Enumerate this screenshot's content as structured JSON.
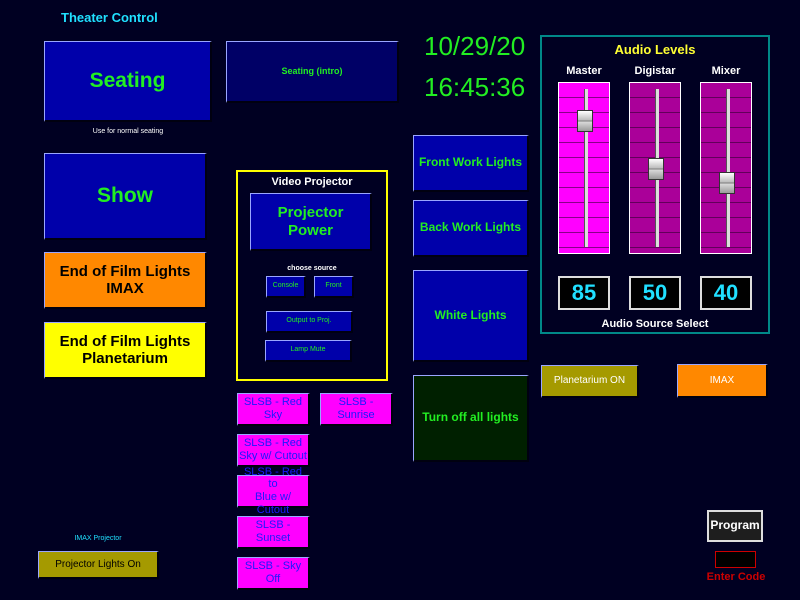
{
  "header": {
    "title": "Theater Control"
  },
  "clock": {
    "date": "10/29/20",
    "time": "16:45:36"
  },
  "seating": {
    "label": "Seating",
    "caption": "Use for normal seating",
    "intro_label": "Seating (intro)"
  },
  "show": {
    "label": "Show"
  },
  "film_lights": {
    "imax_line1": "End of Film Lights",
    "imax_line2": "IMAX",
    "planet_line1": "End of Film Lights",
    "planet_line2": "Planetarium"
  },
  "imax_projector": {
    "title": "IMAX Projector",
    "lights_on": "Projector Lights On"
  },
  "video_projector": {
    "title": "Video Projector",
    "power_line1": "Projector",
    "power_line2": "Power",
    "choose_source": "choose source",
    "console": "Console",
    "front": "Front",
    "output": "Output to Proj.",
    "lamp_mute": "Lamp Mute"
  },
  "slsb": {
    "red_sky": [
      "SLSB - Red",
      "Sky"
    ],
    "sunrise": [
      "SLSB -",
      "Sunrise"
    ],
    "red_sky_cutout": [
      "SLSB - Red",
      "Sky w/ Cutout"
    ],
    "red_blue_cutout": [
      "SLSB - Red to",
      "Blue w/ Cutout"
    ],
    "sunset": [
      "SLSB -",
      "Sunset"
    ],
    "sky_off": [
      "SLSB - Sky",
      "Off"
    ]
  },
  "lights": {
    "front_work": "Front Work Lights",
    "back_work": "Back Work Lights",
    "white": "White Lights",
    "all_off": "Turn off all lights"
  },
  "audio": {
    "title": "Audio Levels",
    "source_select": "Audio Source Select",
    "channels": [
      {
        "name": "Master",
        "value": 85
      },
      {
        "name": "Digistar",
        "value": 50
      },
      {
        "name": "Mixer",
        "value": 40
      }
    ],
    "planetarium_on": "Planetarium ON",
    "imax": "IMAX"
  },
  "program": {
    "label": "Program",
    "enter_code": "Enter Code"
  },
  "colors": {
    "background": "#000022",
    "button_blue": "#0000aa",
    "text_green": "#22ee22",
    "title_cyan": "#20e0ff",
    "panel_border": "#008888",
    "video_border": "#ffff00",
    "slsb_magenta": "#ff00ff",
    "code_red": "#cc0000"
  }
}
